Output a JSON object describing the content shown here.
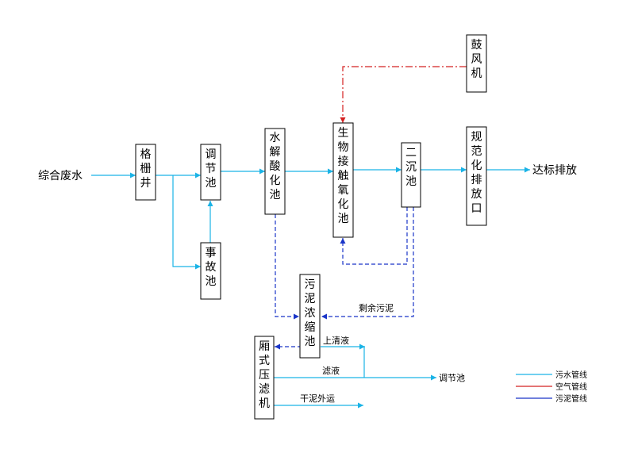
{
  "input_label": "综合废水",
  "output_label": "达标排放",
  "units": {
    "grille": "格栅井",
    "regulating": "调节池",
    "hydrolysis": "水解酸化池",
    "contact_oxidation": "生物接触氧化池",
    "secondary_clarifier": "二沉池",
    "outfall": "规范化排放口",
    "blower": "鼓风机",
    "accident": "事故池",
    "thickener": "污泥浓缩池",
    "filter_press": "厢式压滤机"
  },
  "flow_labels": {
    "excess_sludge": "剩余污泥",
    "supernatant": "上清液",
    "filtrate": "滤液",
    "to_regulating": "调节池",
    "dry_sludge": "干泥外运"
  },
  "legend": [
    {
      "key": "water",
      "label": "污水管线",
      "color": "#1ab3e6"
    },
    {
      "key": "air",
      "label": "空气管线",
      "color": "#d42020"
    },
    {
      "key": "sludge",
      "label": "污泥管线",
      "color": "#1a35c8"
    }
  ]
}
